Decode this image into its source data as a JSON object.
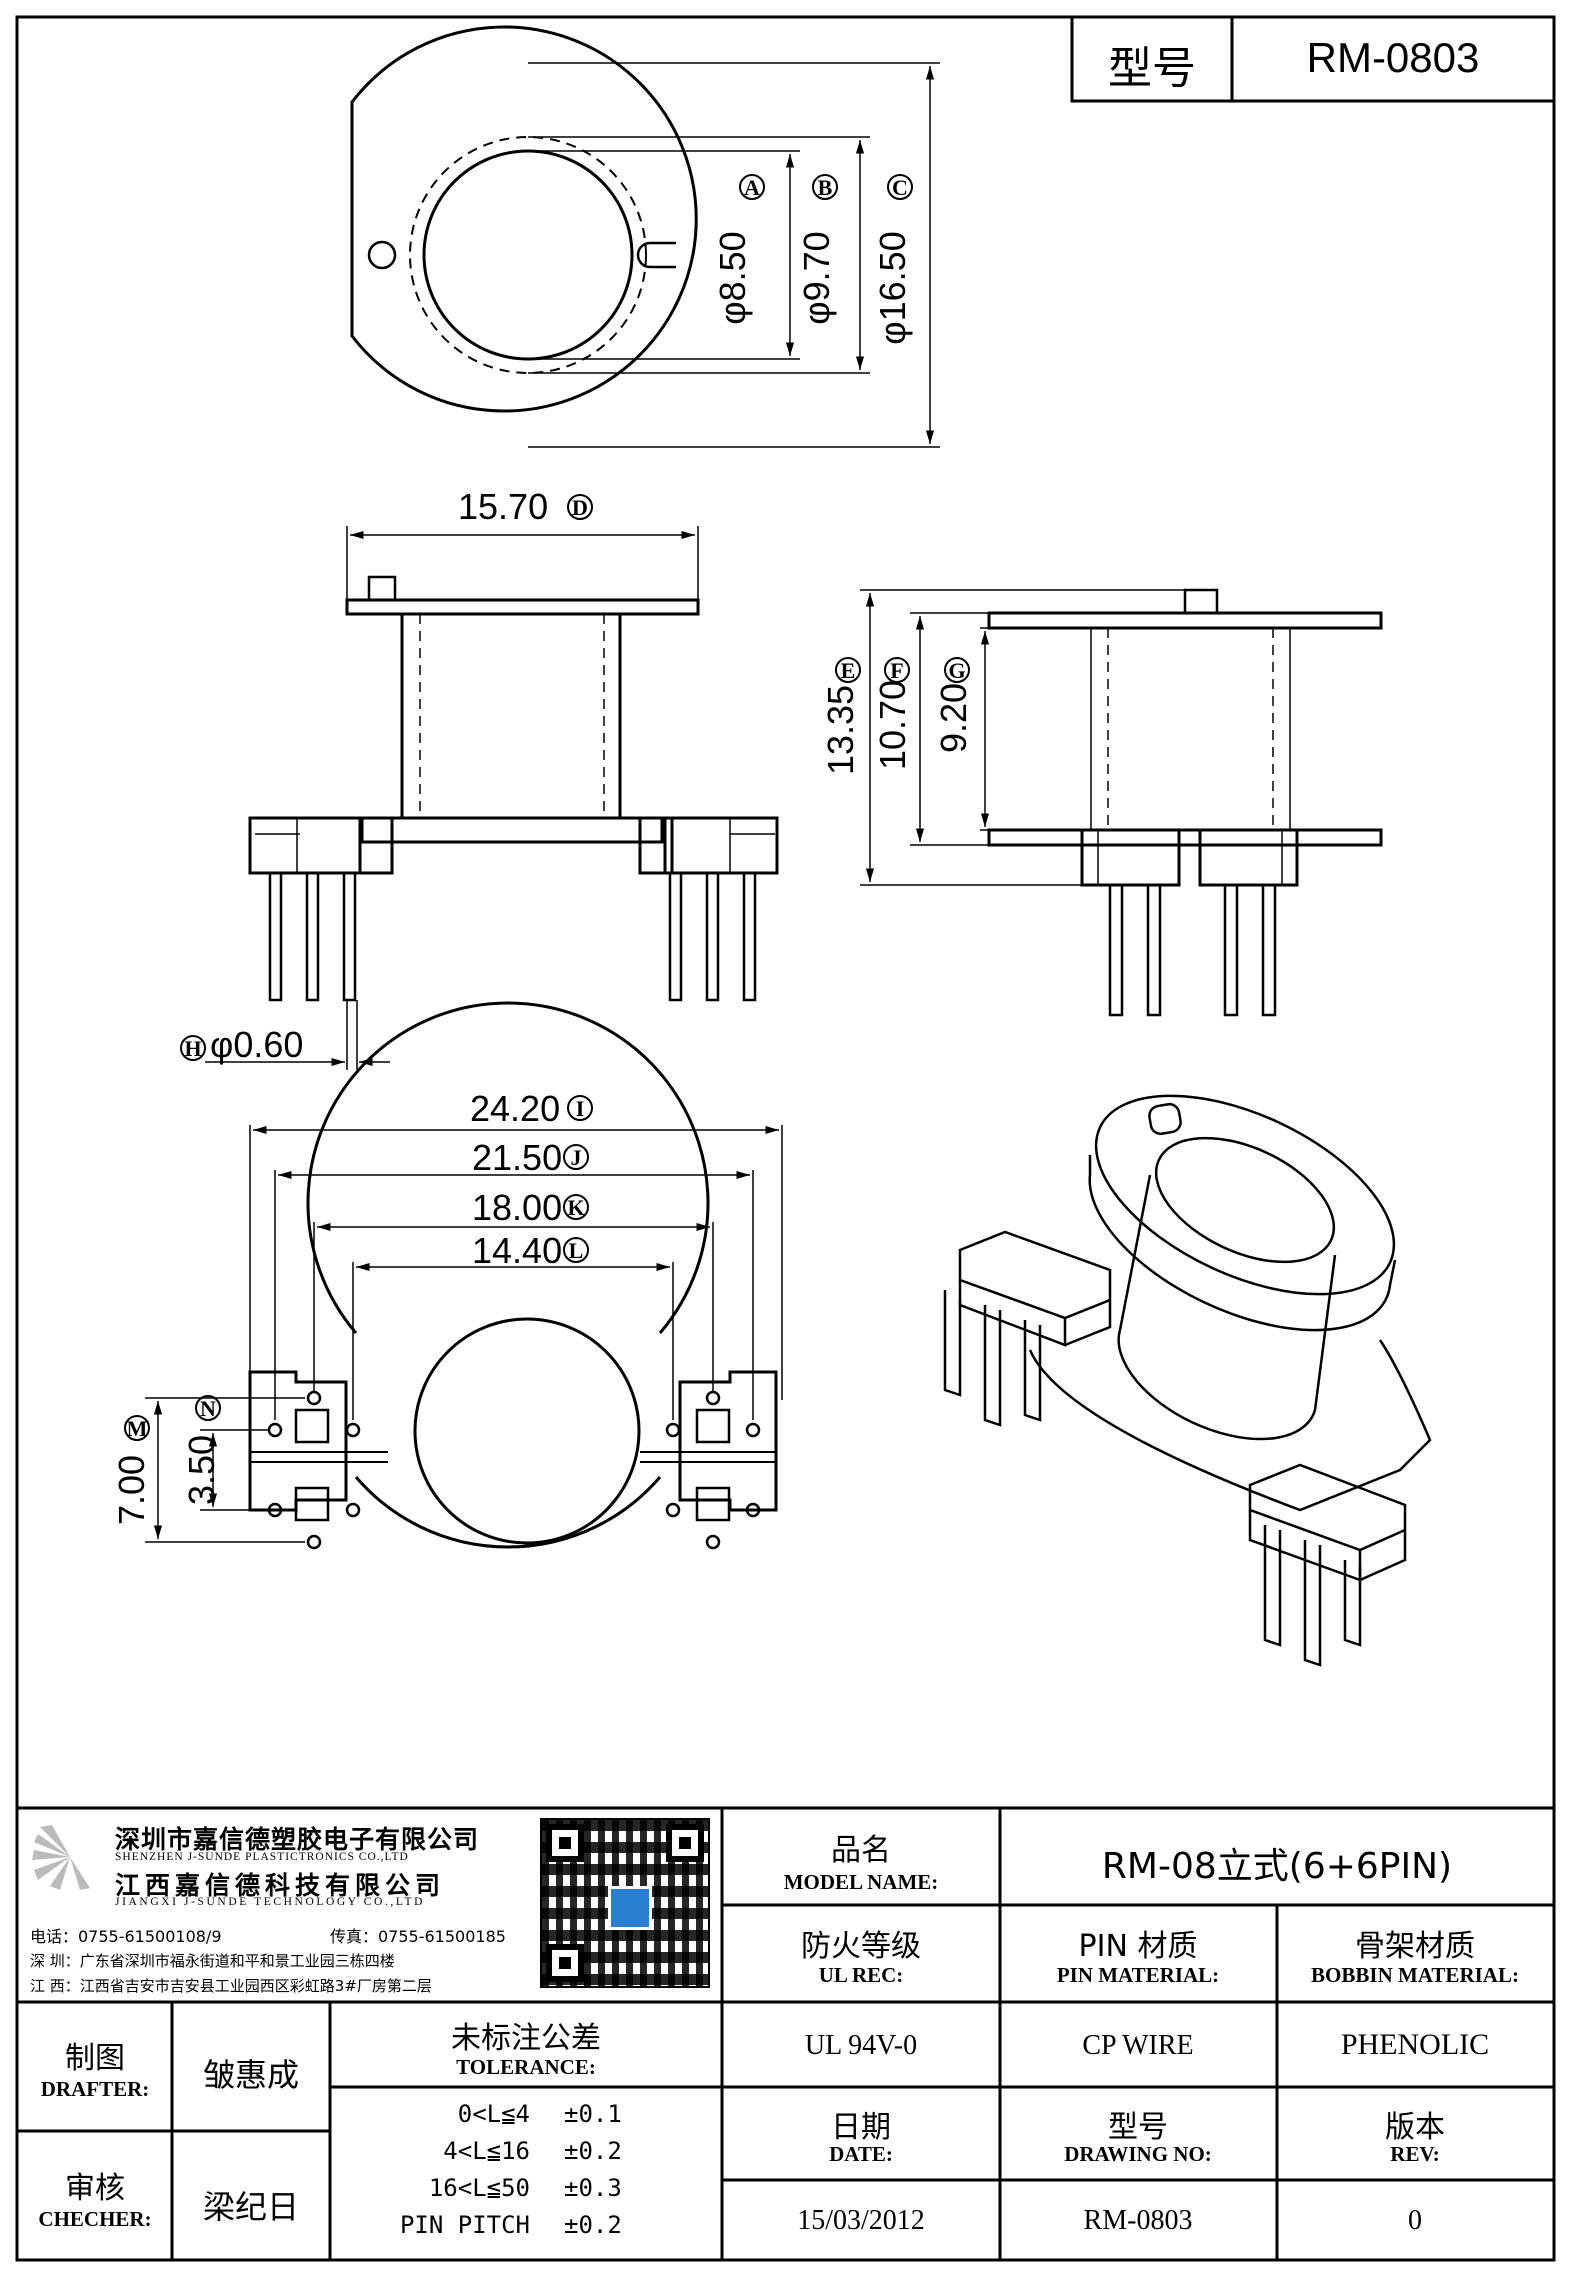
{
  "header": {
    "type_label": "型号",
    "type_value": "RM-0803"
  },
  "dimensions": {
    "A": "φ8.50",
    "A_tag": "A",
    "B": "φ9.70",
    "B_tag": "B",
    "C": "φ16.50",
    "C_tag": "C",
    "D": "15.70",
    "D_tag": "D",
    "E": "13.35",
    "E_tag": "E",
    "F": "10.70",
    "F_tag": "F",
    "G": "9.20",
    "G_tag": "G",
    "H": "φ0.60",
    "H_tag": "H",
    "I": "24.20",
    "I_tag": "I",
    "J": "21.50",
    "J_tag": "J",
    "K": "18.00",
    "K_tag": "K",
    "L": "14.40",
    "L_tag": "L",
    "M": "7.00",
    "M_tag": "M",
    "N": "3.50",
    "N_tag": "N"
  },
  "company": {
    "name_cn": "深圳市嘉信德塑胶电子有限公司",
    "name_en": "SHENZHEN J-SUNDE PLASTICTRONICS CO.,LTD",
    "name2_cn": "江西嘉信德科技有限公司",
    "name2_en": "JIANGXI J-SUNDE TECHNOLOGY CO.,LTD",
    "phone": "电话：0755-61500108/9",
    "fax": "传真：0755-61500185",
    "addr_sz": "深 圳：广东省深圳市福永街道和平和景工业园三栋四楼",
    "addr_jx": "江 西：江西省吉安市吉安县工业园西区彩虹路3#厂房第二层"
  },
  "title_block": {
    "model_name_cn": "品名",
    "model_name_en": "MODEL NAME:",
    "model_name_value": "RM-08立式(6+6PIN)",
    "ul_cn": "防火等级",
    "ul_en": "UL REC:",
    "ul_value": "UL 94V-0",
    "pin_cn": "PIN 材质",
    "pin_en": "PIN MATERIAL:",
    "pin_value": "CP WIRE",
    "bobbin_cn": "骨架材质",
    "bobbin_en": "BOBBIN MATERIAL:",
    "bobbin_value": "PHENOLIC",
    "drafter_cn": "制图",
    "drafter_en": "DRAFTER:",
    "drafter_value": "皱惠成",
    "checker_cn": "审核",
    "checker_en": "CHECHER:",
    "checker_value": "梁纪日",
    "tolerance_cn": "未标注公差",
    "tolerance_en": "TOLERANCE:",
    "tolerances": [
      {
        "range": "0<L≦4",
        "value": "±0.1"
      },
      {
        "range": "4<L≦16",
        "value": "±0.2"
      },
      {
        "range": "16<L≦50",
        "value": "±0.3"
      },
      {
        "range": "PIN PITCH",
        "value": "±0.2"
      }
    ],
    "date_cn": "日期",
    "date_en": "DATE:",
    "date_value": "15/03/2012",
    "drawing_cn": "型号",
    "drawing_en": "DRAWING NO:",
    "drawing_value": "RM-0803",
    "rev_cn": "版本",
    "rev_en": "REV:",
    "rev_value": "0"
  }
}
